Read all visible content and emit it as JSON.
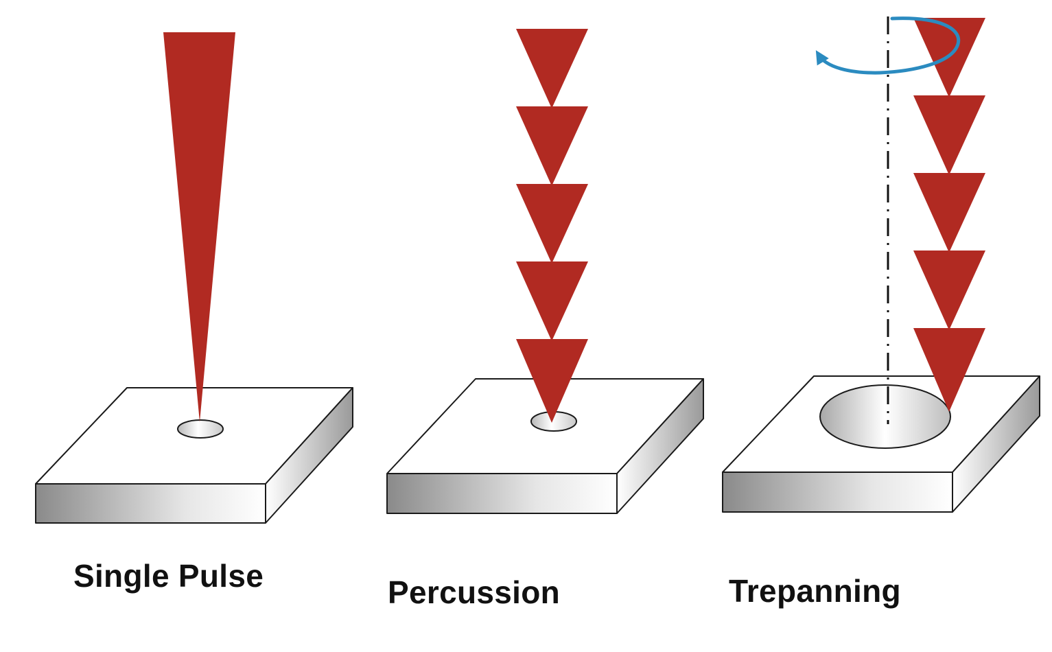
{
  "panels": [
    {
      "caption": "Single Pulse",
      "beam": "single-cone",
      "pulse_count": 1
    },
    {
      "caption": "Percussion",
      "beam": "stacked-triangles",
      "pulse_count": 5
    },
    {
      "caption": "Trepanning",
      "beam": "stacked-triangles",
      "pulse_count": 5,
      "rotation_arrow": true
    }
  ],
  "colors": {
    "beam": "#b12a22",
    "rotation_arrow": "#2b8bc0",
    "plate_stroke": "#1a1a1a",
    "plate_top": "#ffffff",
    "plate_side_dark": "#8a8a8a",
    "plate_side_light": "#ffffff",
    "axis_line": "#111111"
  }
}
